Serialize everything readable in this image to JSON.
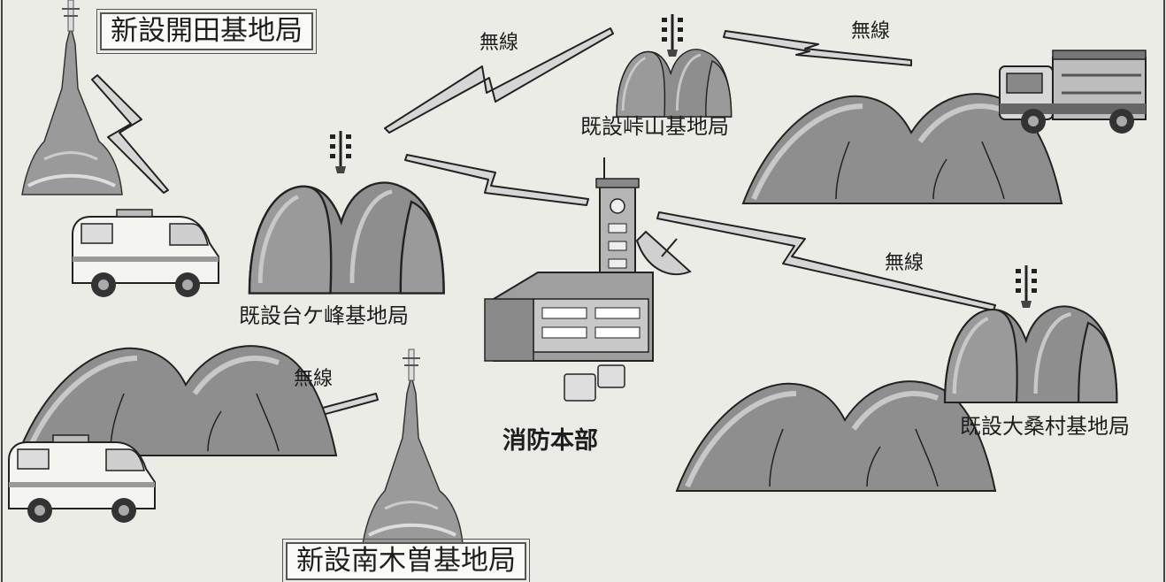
{
  "stations": {
    "kaida": "新設開田基地局",
    "minamikiso": "新設南木曽基地局",
    "daigamine": "既設台ケ峰基地局",
    "touge": "既設峠山基地局",
    "okuwa": "既設大桑村基地局"
  },
  "headquarters": "消防本部",
  "wireless_labels": [
    "無線",
    "無線",
    "無線",
    "無線"
  ],
  "colors": {
    "background": "#ecece6",
    "mountain_fill": "#8e8e8e",
    "mountain_light": "#bdbdbd",
    "bolt_fill": "#d6d6d6",
    "outline": "#222222"
  },
  "icons": [
    "antenna-tower-icon",
    "mountain-icon",
    "lightning-bolt-icon",
    "ambulance-icon",
    "fire-truck-icon",
    "fire-station-building-icon",
    "satellite-dish-icon"
  ]
}
